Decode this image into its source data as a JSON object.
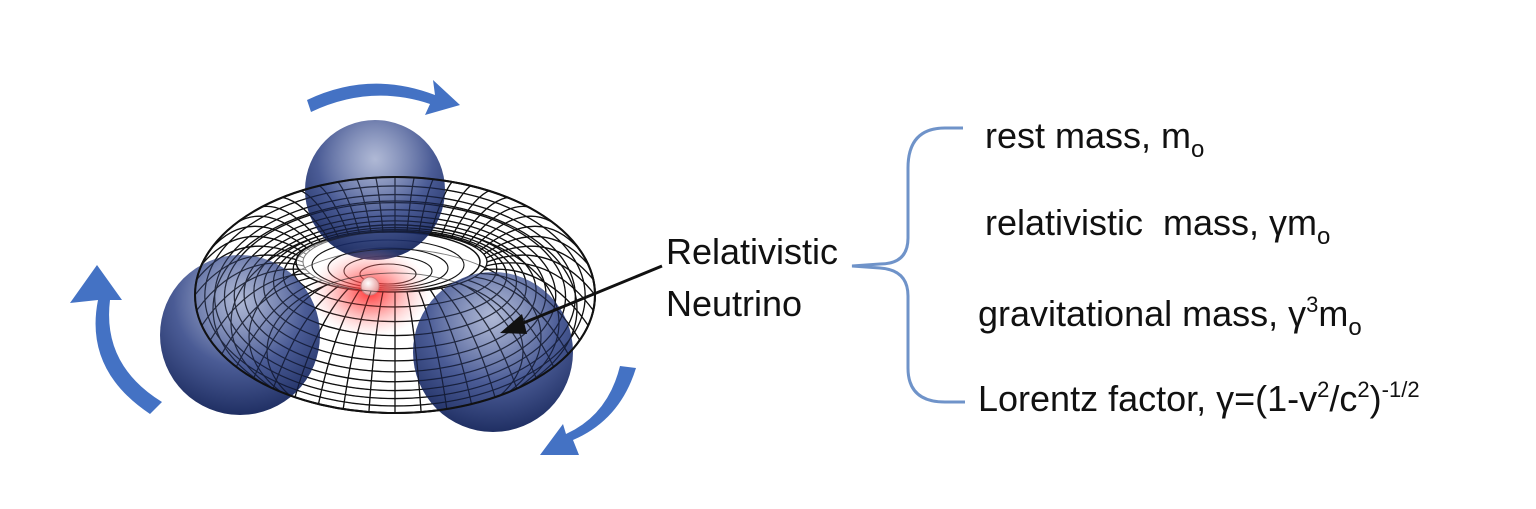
{
  "diagram": {
    "label_line1": "Relativistic",
    "label_line2": "Neutrino",
    "properties": {
      "rest": {
        "text": "rest mass, m",
        "sub": "o"
      },
      "relativistic": {
        "text": "relativistic  mass, γm",
        "sub": "o"
      },
      "gravitational": {
        "text": "gravitational mass, γ",
        "sup": "3",
        "tail": "m",
        "sub": "o"
      },
      "lorentz": {
        "text": "Lorentz factor, γ=(1-v",
        "sup1": "2",
        "mid": "/c",
        "sup2": "2",
        "close": ")",
        "sup3": "-1/2"
      }
    },
    "colors": {
      "arrow_blue": "#4472c4",
      "bracket_blue": "#6f93c9",
      "sphere_blue": "#1c2f6e",
      "core_red": "#e53935",
      "mesh": "#111111"
    },
    "icons": [
      "rotation-arrow-icon",
      "pointer-arrow-icon"
    ]
  }
}
